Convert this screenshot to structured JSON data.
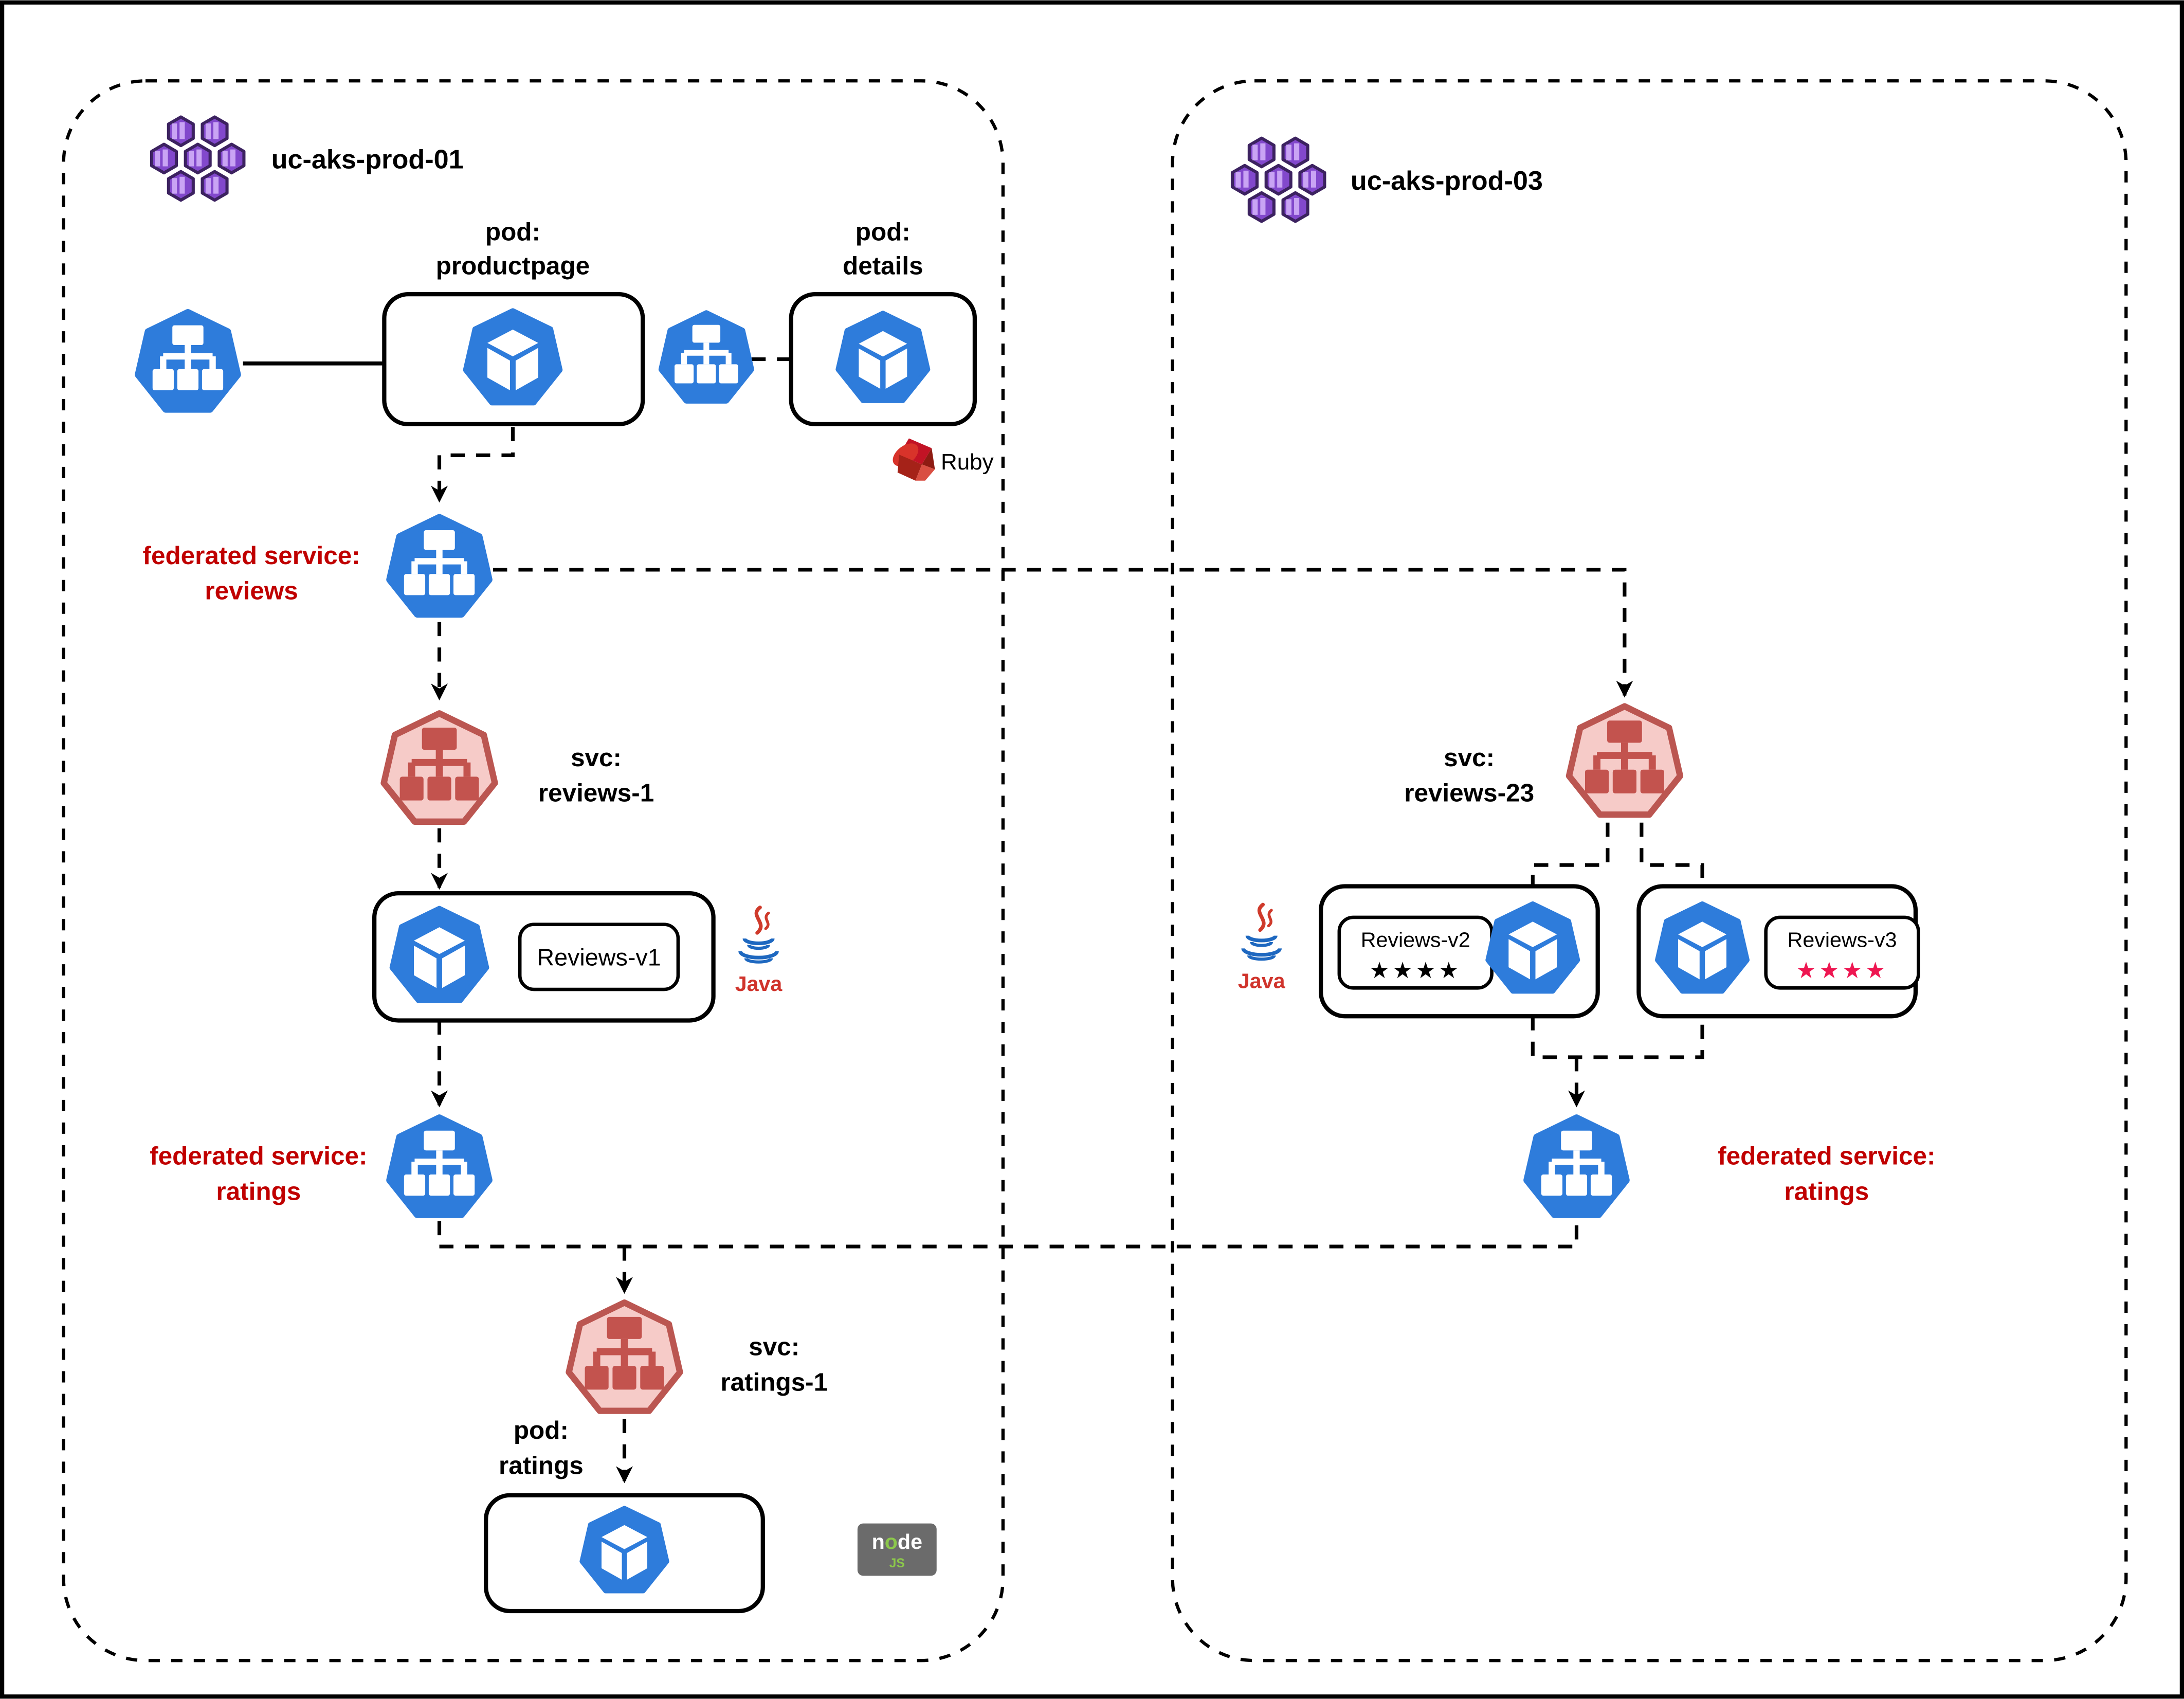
{
  "colors": {
    "icon_blue": "#2E7CDB",
    "svc_pink_fill": "#F6CBC8",
    "svc_pink_stroke": "#BB5651",
    "svc_pink_glyph": "#C3534E",
    "label_red": "#C00000",
    "cluster_purple": "#8248CC",
    "cluster_purple_light": "#C9A4F4",
    "cluster_purple_dark": "#3C2260",
    "star_black": "#000000",
    "star_pink": "#EE1651",
    "node_gray": "#6B6B6B",
    "node_green": "#8CC84B",
    "java_blue": "#1E68C0",
    "java_red": "#D0342C",
    "ruby_red": "#C21325"
  },
  "cluster1": {
    "label": "uc-aks-prod-01",
    "productpage": {
      "kind": "pod:",
      "name": "productpage"
    },
    "details": {
      "kind": "pod:",
      "name": "details",
      "tech": "Ruby"
    },
    "federated_reviews": {
      "line1": "federated service:",
      "line2": "reviews"
    },
    "svc_reviews_1": {
      "kind": "svc:",
      "name": "reviews-1"
    },
    "reviews_v1": {
      "label": "Reviews-v1",
      "tech": "Java"
    },
    "federated_ratings": {
      "line1": "federated service:",
      "line2": "ratings"
    },
    "svc_ratings_1": {
      "kind": "svc:",
      "name": "ratings-1"
    },
    "ratings_pod": {
      "kind": "pod:",
      "name": "ratings"
    },
    "node_logo": {
      "n": "n",
      "o": "o",
      "de": "de",
      "js": "JS"
    }
  },
  "cluster2": {
    "label": "uc-aks-prod-03",
    "svc_reviews_23": {
      "kind": "svc:",
      "name": "reviews-23"
    },
    "java_label": "Java",
    "reviews_v2": {
      "label": "Reviews-v2",
      "stars": "★★★★"
    },
    "reviews_v3": {
      "label": "Reviews-v3",
      "stars": "★★★★"
    },
    "federated_ratings": {
      "line1": "federated service:",
      "line2": "ratings"
    }
  }
}
